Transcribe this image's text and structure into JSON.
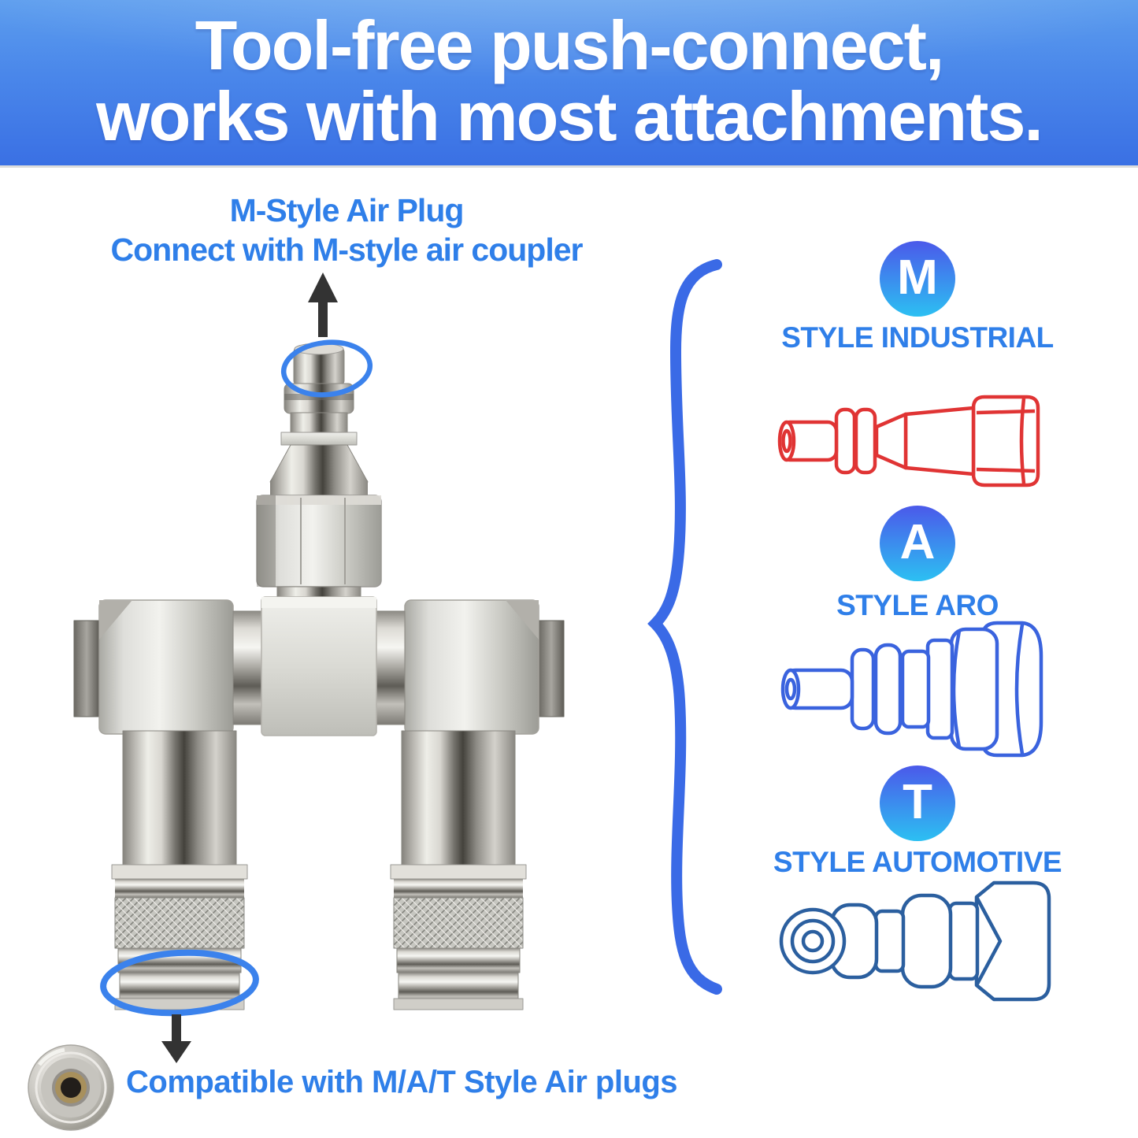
{
  "banner": {
    "line1": "Tool-free push-connect,",
    "line2": "works with most attachments.",
    "text_color": "#ffffff",
    "bg_top": "#5c9dee",
    "bg_bottom": "#3a70e4"
  },
  "top_callout": {
    "line1": "M-Style Air Plug",
    "line2": "Connect with M-style air coupler",
    "color": "#2f7fe9"
  },
  "bottom_callout": {
    "text": "Compatible with M/A/T Style Air plugs",
    "color": "#2f7fe9"
  },
  "style_panel": {
    "brace_color": "#3a6ae6",
    "badge_gradient_top": "#4b59ea",
    "badge_gradient_bottom": "#2cc0f2",
    "label_color": "#2f7fe9",
    "items": [
      {
        "letter": "M",
        "label": "STYLE INDUSTRIAL",
        "outline_icon": "industrial-plug-outline",
        "outline_color": "#e03434"
      },
      {
        "letter": "A",
        "label": "STYLE ARO",
        "outline_icon": "aro-plug-outline",
        "outline_color": "#3a63de"
      },
      {
        "letter": "T",
        "label": "STYLE AUTOMOTIVE",
        "outline_icon": "automotive-plug-outline",
        "outline_color": "#2b5f9f"
      }
    ]
  },
  "annotations": {
    "arrow_color": "#333333",
    "highlight_color": "#3b82ec"
  }
}
